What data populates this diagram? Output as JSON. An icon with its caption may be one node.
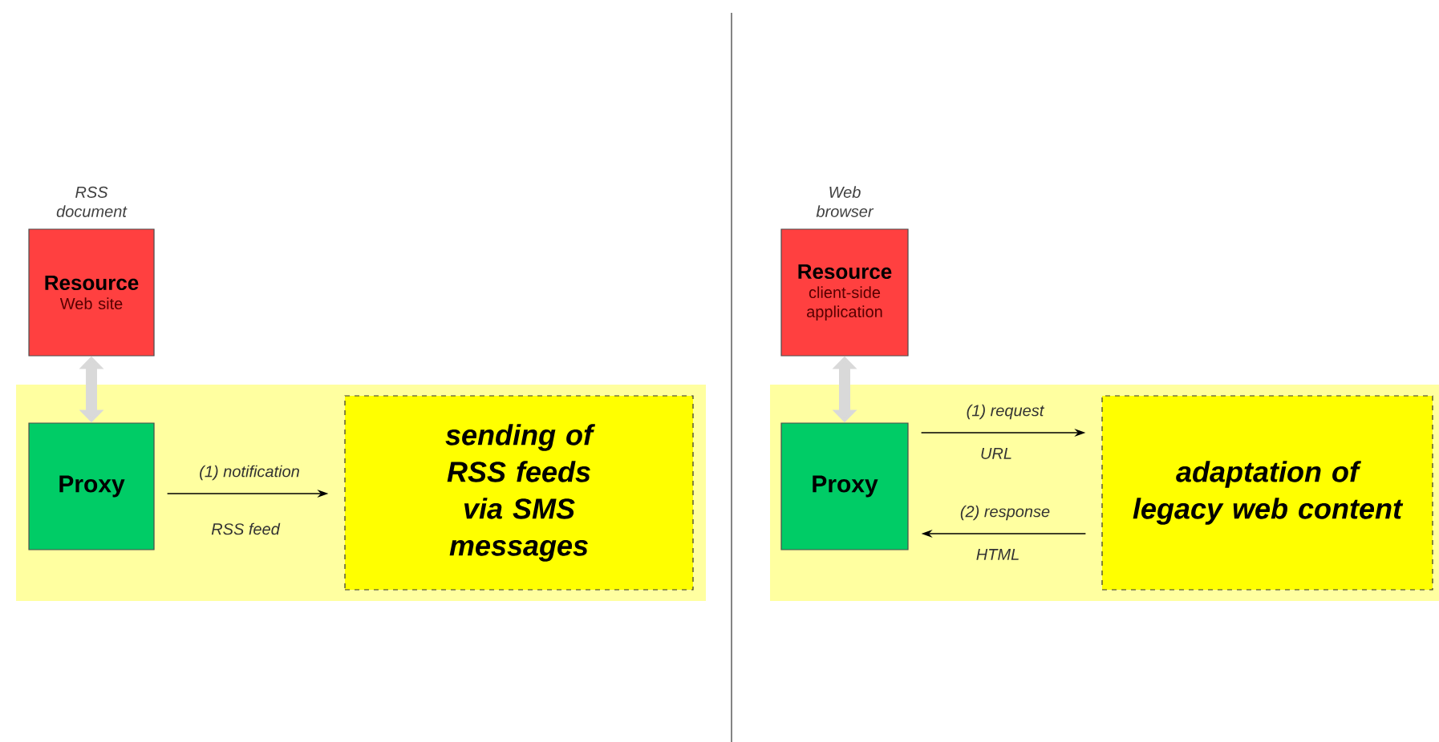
{
  "diagram": {
    "nodes": [
      {
        "text": [
          "Resource",
          "Web site"
        ],
        "beside": [
          "RSS document"
        ]
      },
      {
        "text": [],
        "shape": "box"
      },
      {
        "text": [
          "Proxy"
        ],
        "in": 1
      },
      {
        "text": [
          "sending of RSS feeds via SMS messages"
        ],
        "in": 1
      },
      {
        "text": [
          "Resource",
          "client-side application"
        ],
        "beside": [
          "Web browser"
        ]
      },
      {
        "text": [],
        "shape": "box"
      },
      {
        "text": [
          "Proxy"
        ],
        "in": 5
      },
      {
        "text": [
          "adaptation of legacy web content"
        ],
        "in": 5
      }
    ],
    "edges": [
      {
        "from": 0,
        "to": 2,
        "arrow": "both",
        "style": "thick",
        "color": "#d9d9d9"
      },
      {
        "from": 2,
        "to": 3,
        "arrow": "to",
        "label": "(1) notification"
      },
      {
        "from": 4,
        "to": 6,
        "arrow": "both",
        "style": "thick",
        "color": "#d9d9d9"
      },
      {
        "from": 6,
        "to": 7,
        "arrow": "to",
        "label": "(1) request"
      },
      {
        "from": 7,
        "to": 6,
        "arrow": "to",
        "label": "(2) response"
      }
    ],
    "labels": [
      "RSS feed",
      "URL",
      "HTML"
    ]
  }
}
